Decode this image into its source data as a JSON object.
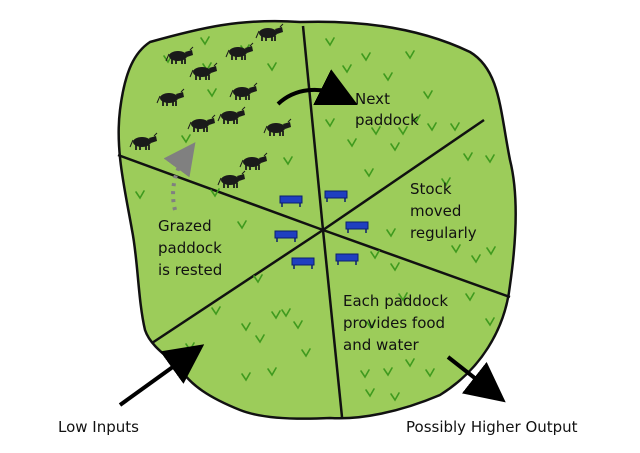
{
  "labels": {
    "next_paddock": [
      "Next",
      "paddock"
    ],
    "stock_moved": [
      "Stock",
      "moved",
      "regularly"
    ],
    "grazed_rested": [
      "Grazed",
      "paddock",
      "is rested"
    ],
    "each_paddock": [
      "Each paddock",
      "provides food",
      "and water"
    ],
    "low_inputs": "Low Inputs",
    "higher_output": "Possibly Higher Output"
  },
  "colors": {
    "field": "#9ccc5a",
    "field_outline": "#111111",
    "grass": "#3f9a1e",
    "cow": "#1a1a1a",
    "trough": "#1f3fc0",
    "rest_arrow": "#808080",
    "arrow": "#000000"
  },
  "icons": [
    "cow-icon",
    "water-trough-icon",
    "grass-tuft-icon"
  ]
}
